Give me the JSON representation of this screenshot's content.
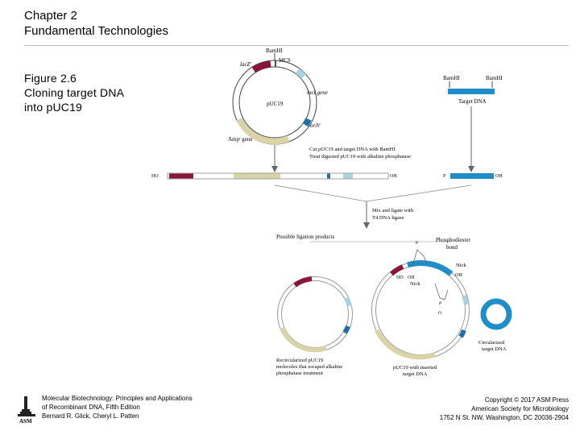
{
  "header": {
    "chapter": "Chapter 2",
    "subtitle": "Fundamental Technologies"
  },
  "figure": {
    "caption_lines": [
      "Figure 2.6",
      "Cloning target DNA",
      "into pUC19"
    ]
  },
  "diagram": {
    "plasmid_labels": {
      "bamhi_top": "BamHI",
      "mcs": "MCS",
      "lacz": "lacZ'",
      "laci": "lacI gene",
      "puc19": "pUC19",
      "ori": "oriV",
      "ampr": "Ampʳ gene"
    },
    "target_labels": {
      "bamhi_left": "BamHI",
      "bamhi_right": "BamHI",
      "target_dna": "Target DNA"
    },
    "step1_lines": [
      "Cut pUC19 and target DNA with BamHI",
      "Treat digested pUC19 with alkaline phosphatase"
    ],
    "linear_labels": {
      "ho_left": "HO",
      "oh_mid": "OH",
      "p_right": "P",
      "oh_right": "OH"
    },
    "step2_lines": [
      "Mix and ligate with",
      "T4 DNA ligase"
    ],
    "possible_products": "Possible ligation products",
    "bond_labels": {
      "phosphodiester": [
        "Phosphodiester",
        "bond"
      ],
      "nick_right": "Nick",
      "nick_left": "Nick",
      "ho": "HO",
      "oh_a": "OH",
      "oh_b": "OH",
      "p": "P",
      "o": "O"
    },
    "product_captions": {
      "left": [
        "Recircularized pUC19",
        "molecules that escaped alkaline",
        "phosphatase treatment"
      ],
      "middle": [
        "pUC19 with inserted",
        "target DNA"
      ],
      "right": [
        "Circularized",
        "target DNA"
      ]
    },
    "colors": {
      "lacz": "#8a1538",
      "amp": "#d9d3a8",
      "laci": "#a9d2df",
      "ori": "#1f6fa8",
      "target": "#1f8dc8",
      "line": "#666666"
    }
  },
  "footer": {
    "left_lines": [
      "Molecular Biotechnology: Principles and Applications",
      "of Recombinant DNA, Fifth Edition",
      "Bernard R. Glick, Cheryl L. Patten"
    ],
    "right_lines": [
      "Copyright © 2017 ASM Press",
      "American Society for Microbiology",
      "1752 N St. NW, Washington, DC 20036-2904"
    ],
    "logo_text": "ASM"
  }
}
